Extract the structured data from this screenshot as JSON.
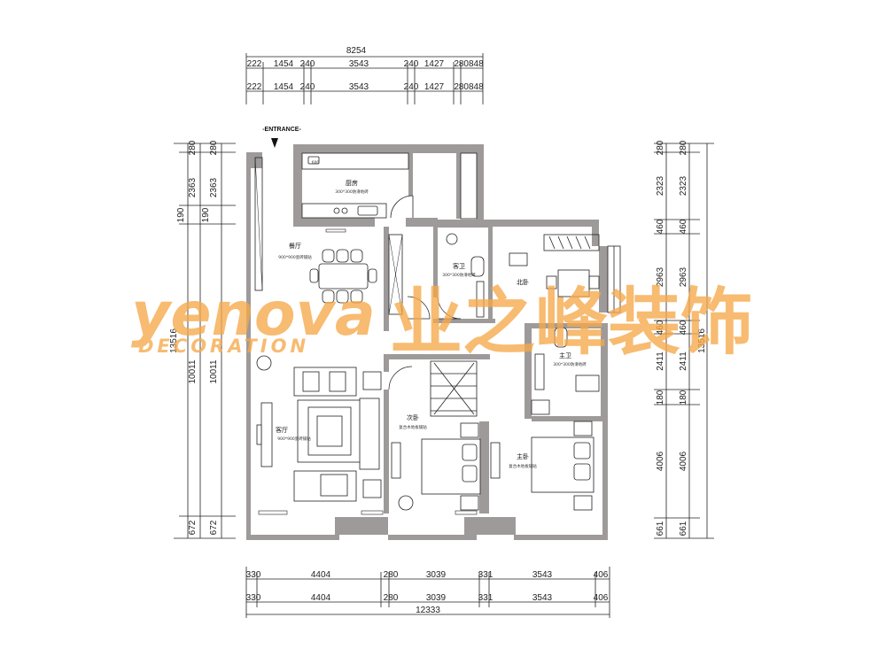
{
  "dimensions": {
    "top_total": "8254",
    "top_segments": [
      "222",
      "1454",
      "240",
      "3543",
      "240",
      "1427",
      "280848"
    ],
    "bottom_segments": [
      "330",
      "4404",
      "280",
      "3039",
      "331",
      "3543",
      "406"
    ],
    "bottom_total": "12333",
    "left_total": "13516",
    "left_segments": [
      "280",
      "2363",
      "190",
      "10011",
      "672"
    ],
    "right_total": "13516",
    "right_segments": [
      "280",
      "2323",
      "460",
      "2963",
      "460",
      "2411",
      "180",
      "4006",
      "661"
    ]
  },
  "labels": {
    "entrance": "-ENTRANCE-",
    "kitchen": "厨房",
    "kitchen_sub": "300*300防滑地砖",
    "kitchen_counter": "600",
    "dining": "餐厅",
    "dining_sub": "900*900瓷砖铺贴",
    "living": "客厅",
    "living_sub": "900*900瓷砖铺贴",
    "guest_bath": "客卫",
    "guest_bath_sub": "300*300防滑地砖",
    "north_bedroom": "北卧",
    "master_bath": "主卫",
    "master_bath_sub": "300*300防滑地砖",
    "second_bedroom": "次卧",
    "second_bedroom_sub": "复合木地板铺贴",
    "master_bedroom": "主卧",
    "master_bedroom_sub": "复合木地板铺贴"
  },
  "watermark": {
    "latin": "yenova",
    "latin_sub": "DECORATION",
    "cjk": "业之峰装饰",
    "color": "#f5a94a"
  },
  "colors": {
    "wall": "#9e9a9a",
    "line": "#222222"
  }
}
